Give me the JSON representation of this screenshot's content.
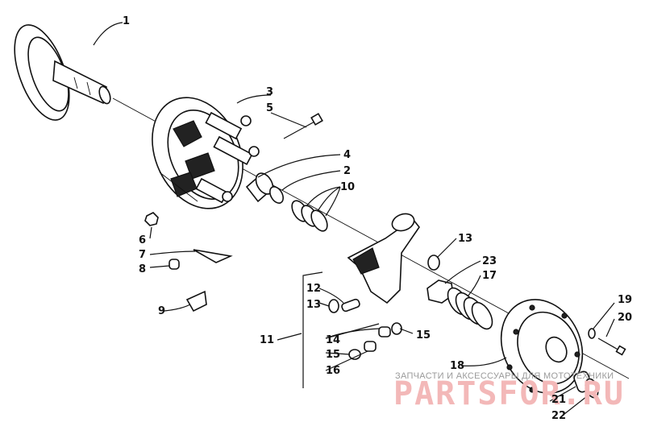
{
  "labels": [
    "1",
    "3",
    "5",
    "4",
    "2",
    "10",
    "6",
    "7",
    "8",
    "9",
    "13",
    "23",
    "17",
    "12",
    "13",
    "11",
    "14",
    "15",
    "15",
    "16",
    "18",
    "19",
    "20",
    "21",
    "22"
  ],
  "watermark": {
    "caption": "ЗАПЧАСТИ И АКСЕССУАРЫ ДЛЯ МОТОТЕХНИКИ",
    "logo": "PARTSFOR.RU"
  }
}
